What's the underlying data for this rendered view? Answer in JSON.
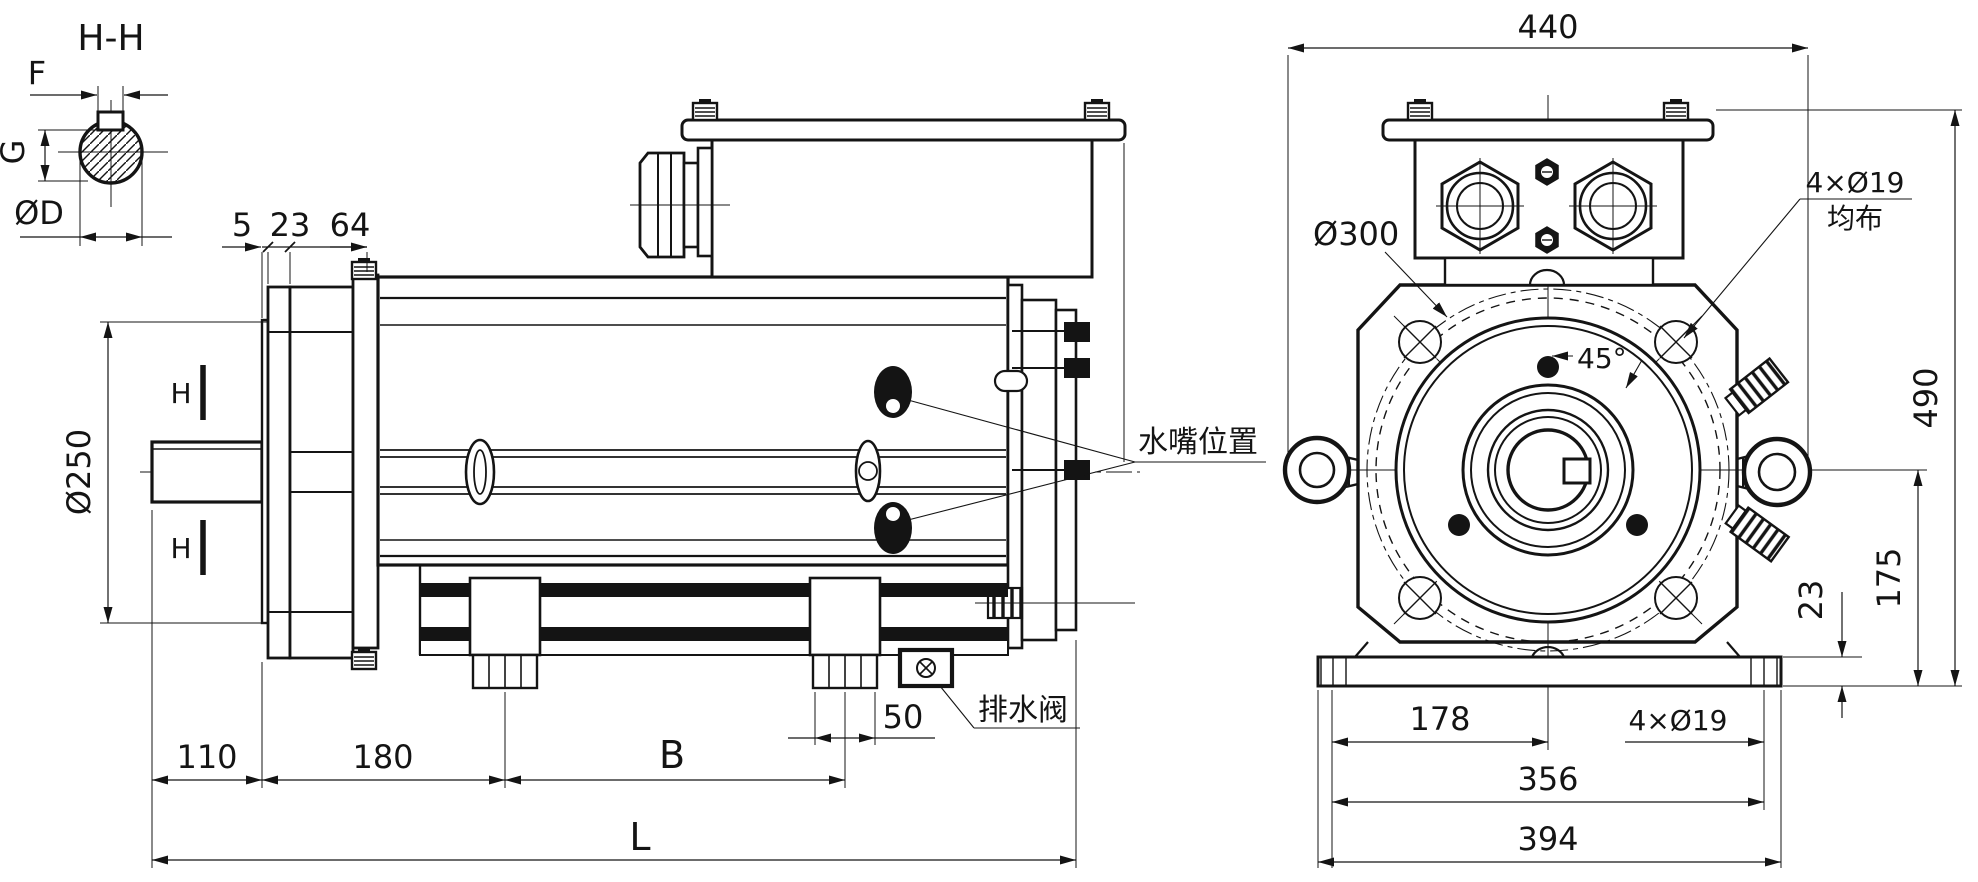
{
  "page": {
    "background": "#ffffff",
    "line_color": "#141414"
  },
  "detail_view": {
    "title": "H-H",
    "dims": {
      "keyway_width": "F",
      "keyway_depth": "G",
      "shaft_diameter": "ØD"
    }
  },
  "side_view": {
    "dims": {
      "flange_plate": "5",
      "flange_ring": "23",
      "flange_hub": "64",
      "flange_diameter": "Ø250",
      "shaft_extension": "110",
      "front_length": "180",
      "foot_span": "B",
      "foot_width": "50",
      "total_length": "L"
    },
    "section_marks": {
      "upper": "H",
      "lower": "H"
    },
    "callouts": {
      "water_nozzle": "水嘴位置",
      "drain_valve": "排水阀"
    }
  },
  "front_view": {
    "dims": {
      "overall_width": "440",
      "overall_height": "490",
      "bolt_circle": "Ø300",
      "flange_holes": "4×Ø19",
      "flange_holes_note": "均布",
      "hole_angle": "45°",
      "axis_to_base": "175",
      "base_thickness": "23",
      "base_hole_offset": "178",
      "base_holes": "4×Ø19",
      "base_hole_span": "356",
      "base_width": "394"
    }
  }
}
